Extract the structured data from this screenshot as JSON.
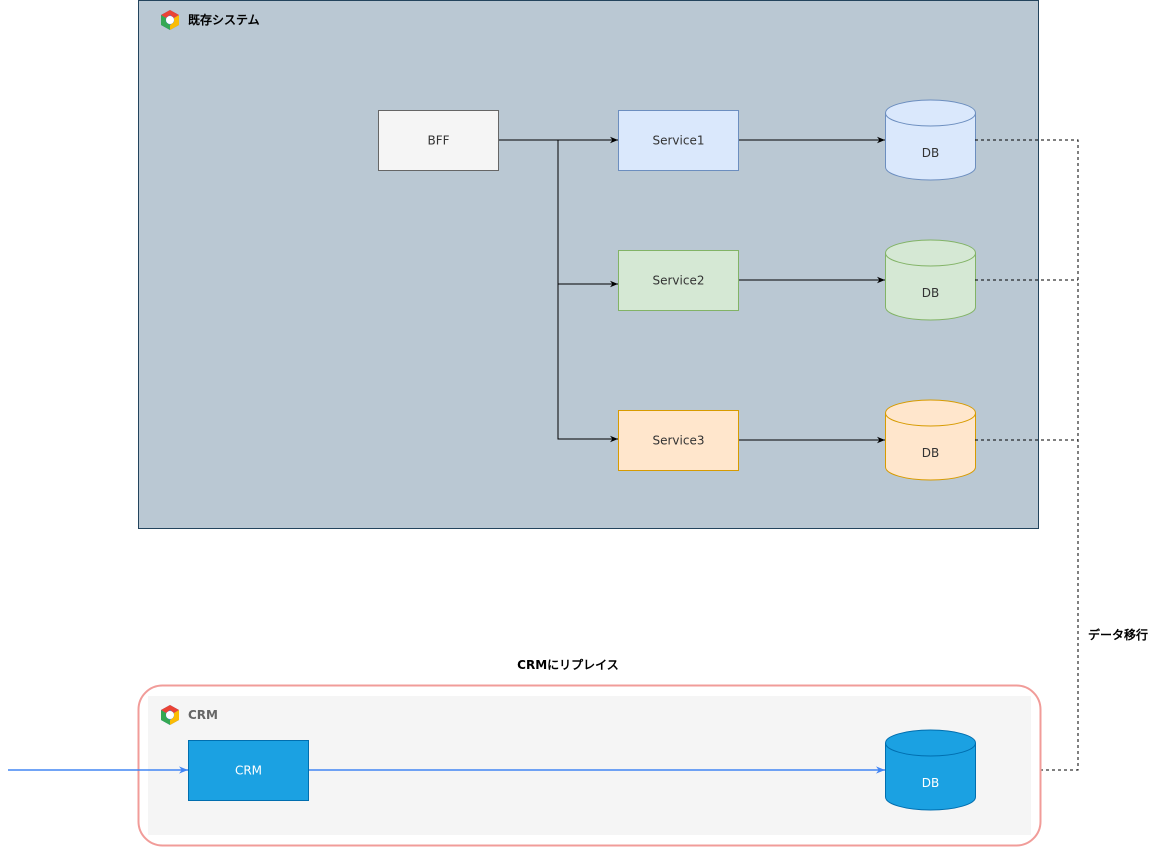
{
  "existing_system": {
    "title": "既存システム",
    "icon": "google-cloud-icon",
    "fill": "#BAC8D3",
    "stroke": "#23445D"
  },
  "nodes": {
    "bff": {
      "label": "BFF",
      "fill": "#F5F5F5",
      "stroke": "#666666"
    },
    "service1": {
      "label": "Service1",
      "fill": "#DAE8FC",
      "stroke": "#6C8EBF"
    },
    "service2": {
      "label": "Service2",
      "fill": "#D5E8D4",
      "stroke": "#82B366"
    },
    "service3": {
      "label": "Service3",
      "fill": "#FFE6CC",
      "stroke": "#D79B00"
    },
    "db1": {
      "label": "DB",
      "fill": "#DAE8FC",
      "stroke": "#6C8EBF"
    },
    "db2": {
      "label": "DB",
      "fill": "#D5E8D4",
      "stroke": "#82B366"
    },
    "db3": {
      "label": "DB",
      "fill": "#FFE6CC",
      "stroke": "#D79B00"
    },
    "crm_service": {
      "label": "CRM",
      "fill": "#1BA1E2",
      "stroke": "#006EAF"
    },
    "crm_db": {
      "label": "DB",
      "fill": "#1BA1E2",
      "stroke": "#006EAF"
    }
  },
  "crm_group": {
    "title": "CRM",
    "icon": "google-cloud-icon",
    "caption": "CRMにリプレイス",
    "fill": "#F5F5F5",
    "stroke": "#F19C99"
  },
  "migration": {
    "label": "データ移行"
  },
  "colors": {
    "edge": "#000000",
    "crm_edge": "#4285F4"
  }
}
